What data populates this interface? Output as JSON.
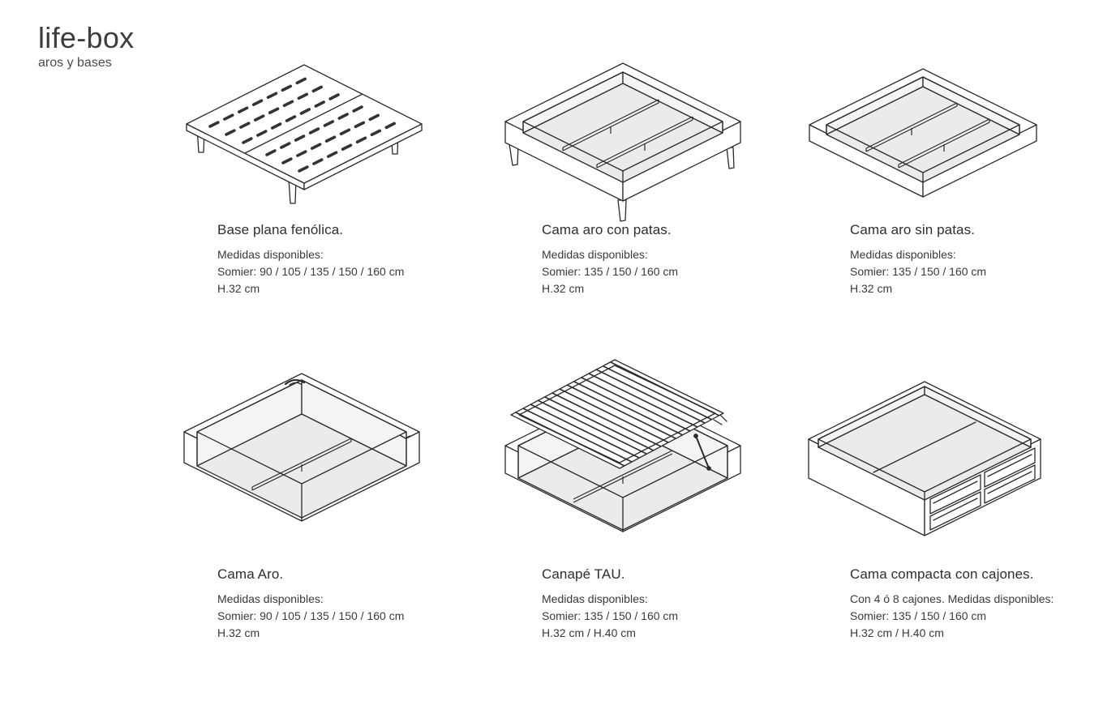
{
  "brand": {
    "title": "life-box",
    "subtitle": "aros y bases"
  },
  "palette": {
    "ink": "#2b2b2b",
    "background": "#ffffff",
    "floor_shade": "#ebebeb"
  },
  "products": [
    {
      "name": "Base plana fenólica.",
      "illustration": "base-plana-fenolica",
      "details": [
        "Medidas disponibles:",
        "Somier: 90 / 105 / 135 / 150 / 160 cm",
        "H.32 cm"
      ]
    },
    {
      "name": "Cama aro con patas.",
      "illustration": "cama-aro-con-patas",
      "details": [
        "Medidas disponibles:",
        "Somier: 135 / 150 / 160 cm",
        "H.32 cm"
      ]
    },
    {
      "name": "Cama aro sin patas.",
      "illustration": "cama-aro-sin-patas",
      "details": [
        "Medidas disponibles:",
        "Somier: 135 / 150 / 160 cm",
        "H.32 cm"
      ]
    },
    {
      "name": "Cama Aro.",
      "illustration": "cama-aro",
      "details": [
        "Medidas disponibles:",
        "Somier: 90 / 105 / 135 / 150 / 160 cm",
        "H.32 cm"
      ]
    },
    {
      "name": "Canapé TAU.",
      "illustration": "canape-tau",
      "details": [
        "Medidas disponibles:",
        "Somier: 135 / 150 / 160 cm",
        "H.32 cm / H.40 cm"
      ]
    },
    {
      "name": "Cama compacta con cajones.",
      "illustration": "cama-compacta-con-cajones",
      "details": [
        "Con 4 ó 8 cajones. Medidas disponibles:",
        "Somier: 135 / 150 / 160 cm",
        "H.32 cm / H.40 cm"
      ]
    }
  ]
}
